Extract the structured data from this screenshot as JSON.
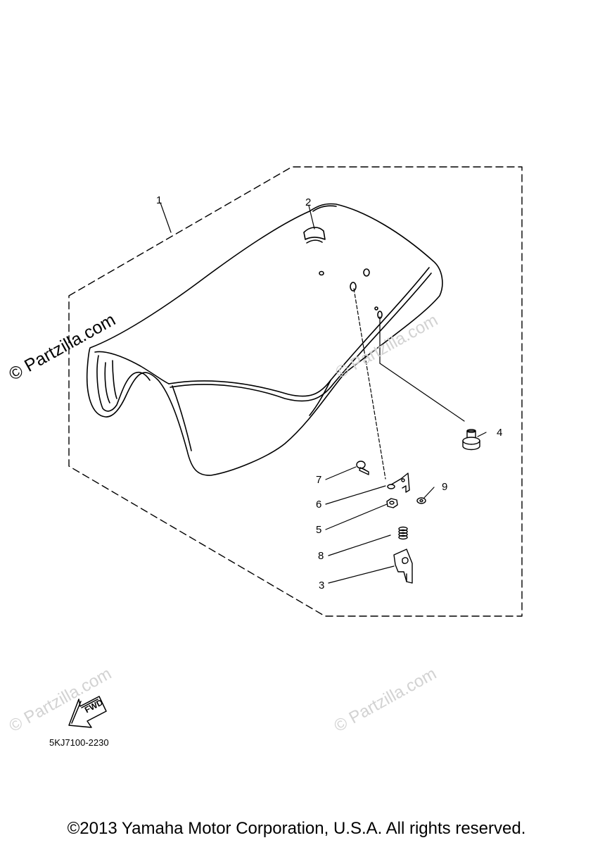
{
  "watermarks": {
    "main": "© Partzilla.com",
    "faint": "© Partzilla.com"
  },
  "callouts": [
    "1",
    "2",
    "3",
    "4",
    "5",
    "6",
    "7",
    "8",
    "9"
  ],
  "direction_arrow": {
    "label": "FWD"
  },
  "catalog_code": "5KJ7100-2230",
  "copyright": "©2013 Yamaha Motor Corporation, U.S.A. All rights reserved.",
  "colors": {
    "line": "#000000",
    "watermark": "#d2d2d2"
  },
  "icons": {
    "forward_arrow": "fwd-arrow-icon"
  }
}
